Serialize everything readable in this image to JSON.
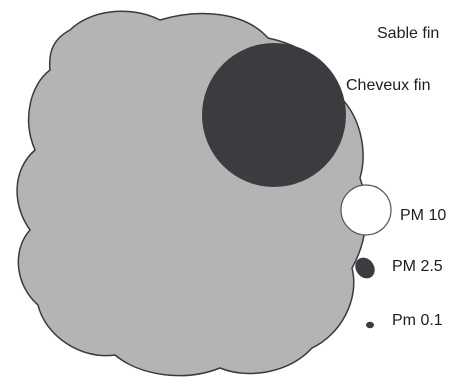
{
  "labels": {
    "sand": "Sable fin",
    "hair": "Cheveux fin",
    "pm10": "PM 10",
    "pm25": "PM 2.5",
    "pm01": "Pm 0.1"
  },
  "colors": {
    "sand_fill": "#b4b4b4",
    "sand_stroke": "#3a3a3a",
    "hair_fill": "#3c3c40",
    "pm10_fill": "#ffffff",
    "pm25_fill": "#3c3c40",
    "pm01_fill": "#3c3c40",
    "text": "#1e1e1e"
  }
}
